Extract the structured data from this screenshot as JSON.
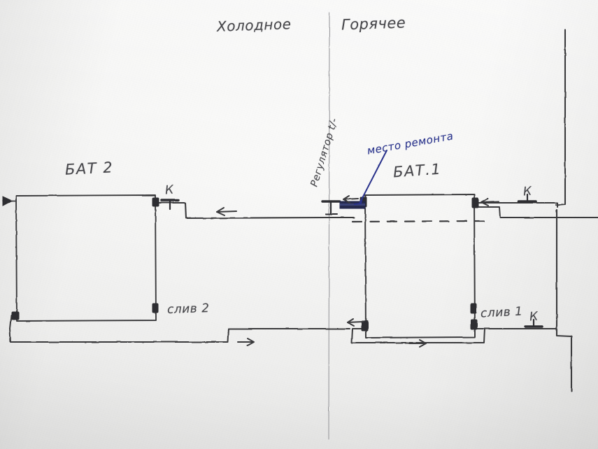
{
  "diagram": {
    "title_cold": "Холодное",
    "title_hot": "Горячее",
    "labels": {
      "bat2": "БАТ 2",
      "bat1": "БАТ.1",
      "regulator": "Регулятор t/-",
      "repair_place": "место ремонта",
      "drain2": "слив 2",
      "drain1": "слив 1",
      "valve_k_top_left": "К",
      "valve_k_top_right": "К",
      "valve_k_bottom_right": "К"
    },
    "flow_arrows": [
      {
        "name": "arrow-cold-upper-left",
        "direction": "left"
      },
      {
        "name": "arrow-hot-upper-right",
        "direction": "left"
      },
      {
        "name": "arrow-regulator-inlet",
        "direction": "left"
      },
      {
        "name": "arrow-bat1-bottom-left",
        "direction": "left"
      },
      {
        "name": "arrow-return-lower-left",
        "direction": "right"
      },
      {
        "name": "arrow-return-lower-right",
        "direction": "right"
      }
    ],
    "colors": {
      "pencil": "#3a3a3c",
      "ink": "#29338c",
      "paper": "#f2f2f1"
    }
  }
}
